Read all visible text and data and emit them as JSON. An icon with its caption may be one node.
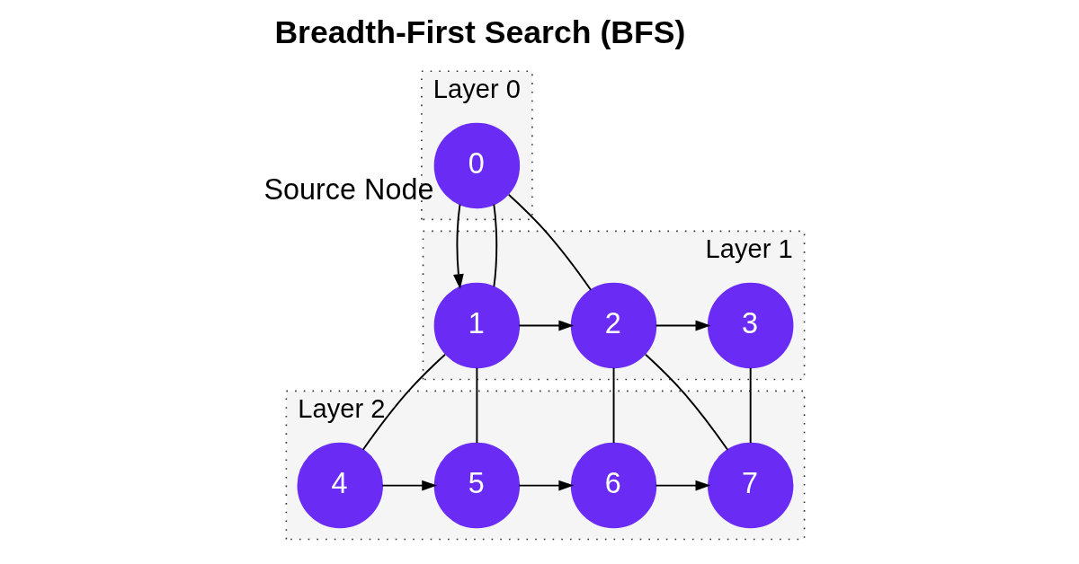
{
  "diagram": {
    "title": "Breadth-First Search (BFS)",
    "nodes": [
      {
        "text": [],
        "shape": "box",
        "beside": [
          "Layer 0"
        ]
      },
      {
        "text": [
          "0"
        ],
        "in": 0,
        "beside": [
          "Source Node"
        ]
      },
      {
        "text": [],
        "shape": "box",
        "beside": [
          "Layer 1"
        ]
      },
      {
        "text": [
          "1"
        ],
        "in": 2
      },
      {
        "text": [
          "2"
        ],
        "in": 2
      },
      {
        "text": [
          "3"
        ],
        "in": 2
      },
      {
        "text": [],
        "shape": "box",
        "beside": [
          "Layer 2"
        ]
      },
      {
        "text": [
          "4"
        ],
        "in": 6
      },
      {
        "text": [
          "5"
        ],
        "in": 6
      },
      {
        "text": [
          "6"
        ],
        "in": 6
      },
      {
        "text": [
          "7"
        ],
        "in": 6
      }
    ],
    "edges": [
      {
        "from": 1,
        "to": 3,
        "arrow": "to"
      },
      {
        "from": 1,
        "to": 3,
        "arrow": "none"
      },
      {
        "from": 1,
        "to": 4,
        "arrow": "none"
      },
      {
        "from": 3,
        "to": 4,
        "arrow": "to"
      },
      {
        "from": 4,
        "to": 5,
        "arrow": "to"
      },
      {
        "from": 3,
        "to": 7,
        "arrow": "none"
      },
      {
        "from": 3,
        "to": 8,
        "arrow": "none"
      },
      {
        "from": 4,
        "to": 9,
        "arrow": "none"
      },
      {
        "from": 4,
        "to": 10,
        "arrow": "none"
      },
      {
        "from": 5,
        "to": 10,
        "arrow": "none"
      },
      {
        "from": 7,
        "to": 8,
        "arrow": "to"
      },
      {
        "from": 8,
        "to": 9,
        "arrow": "to"
      },
      {
        "from": 9,
        "to": 10,
        "arrow": "to"
      }
    ]
  }
}
